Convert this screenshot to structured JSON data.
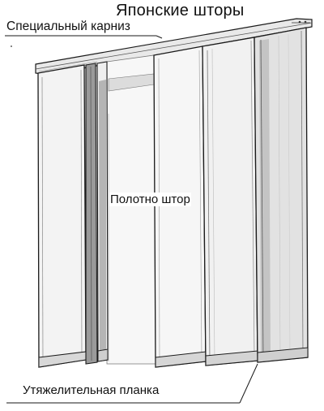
{
  "title": "Японские шторы",
  "labels": {
    "cornice": "Специальный карниз",
    "fabric": "Полотно штор",
    "weight_bar": "Утяжелительная планка"
  },
  "colors": {
    "line": "#1a1a1a",
    "shade": "#9a9a9a",
    "panel_fill": "#f4f4f4",
    "background": "#ffffff"
  }
}
